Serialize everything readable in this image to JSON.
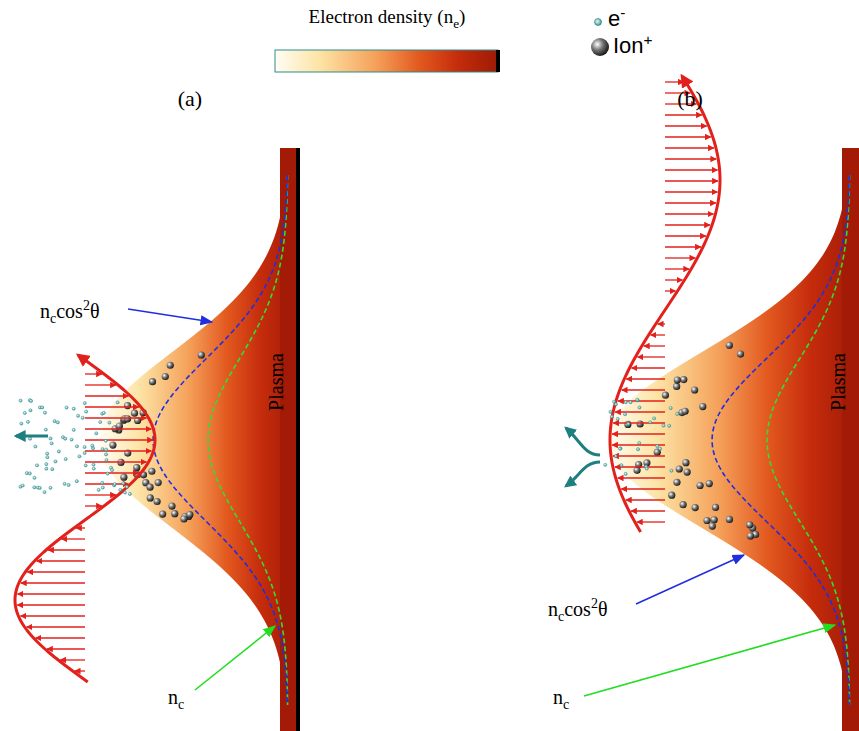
{
  "diagram": {
    "labels": [
      "Electron density (ne)",
      "(a)",
      "(b)",
      "nccos2θ",
      "Plasma",
      "nc",
      "nccos2θ",
      "Plasma",
      "nc"
    ],
    "legend": [
      {
        "text": "e-"
      },
      {
        "text": "Ion+"
      }
    ]
  }
}
